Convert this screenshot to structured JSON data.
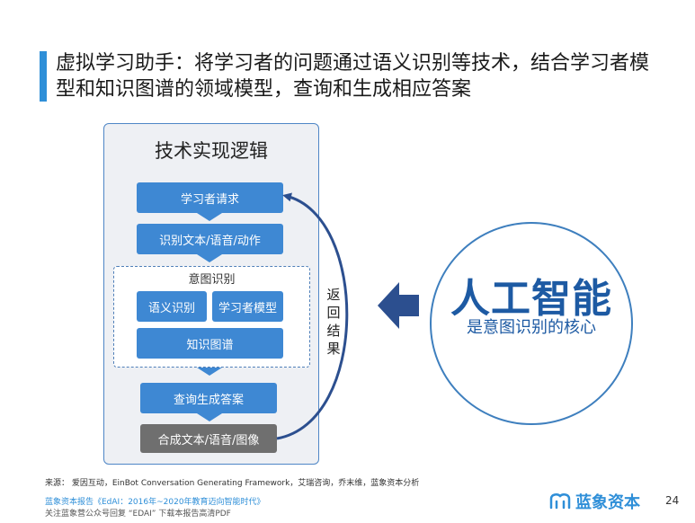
{
  "title": "虚拟学习助手：将学习者的问题通过语义识别等技术，结合学习者模型和知识图谱的领域模型，查询和生成相应答案",
  "panel": {
    "title": "技术实现逻辑",
    "steps": {
      "request": "学习者请求",
      "recognize": "识别文本/语音/动作",
      "intent_title": "意图识别",
      "semantic": "语义识别",
      "learner_model": "学习者模型",
      "knowledge_graph": "知识图谱",
      "query": "查询生成答案",
      "synthesize": "合成文本/语音/图像"
    },
    "return_label": "返回结果"
  },
  "ai": {
    "headline": "人工智能",
    "subline": "是意图识别的核心"
  },
  "footer": {
    "source": "来源： 爱因互动，EinBot Conversation Generating Framework，艾瑞咨询，乔末维，蓝象资本分析",
    "report": "蓝象资本报告《EdAI：2016年~2020年教育迈向智能时代》",
    "follow": "关注蓝象营公众号回复 “EDAI” 下载本报告高清PDF",
    "logo_text": "蓝象资本",
    "page_number": "24"
  },
  "colors": {
    "accent": "#2f8fd8",
    "step_blue": "#3e88d3",
    "step_gray": "#6f6f6f",
    "dark_blue": "#1d5aa3",
    "arrow_blue": "#2c4f8f"
  }
}
